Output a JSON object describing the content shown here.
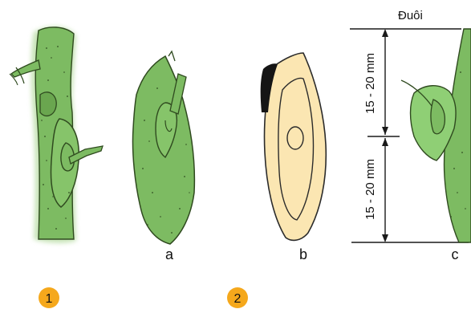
{
  "labels": {
    "part_a": "a",
    "part_b": "b",
    "part_c": "c",
    "tail": "Đuôi",
    "segment_top": "15 - 20 mm",
    "segment_bottom": "15 - 20 mm"
  },
  "steps": [
    {
      "number": "1"
    },
    {
      "number": "2"
    }
  ],
  "colors": {
    "leaf_green": "#7dbb62",
    "leaf_dark": "#2f4a1f",
    "wood_cream": "#fbe6b2",
    "bark_black": "#151515",
    "badge_orange": "#f5a81c",
    "dimension_line": "#1a1a1a"
  }
}
